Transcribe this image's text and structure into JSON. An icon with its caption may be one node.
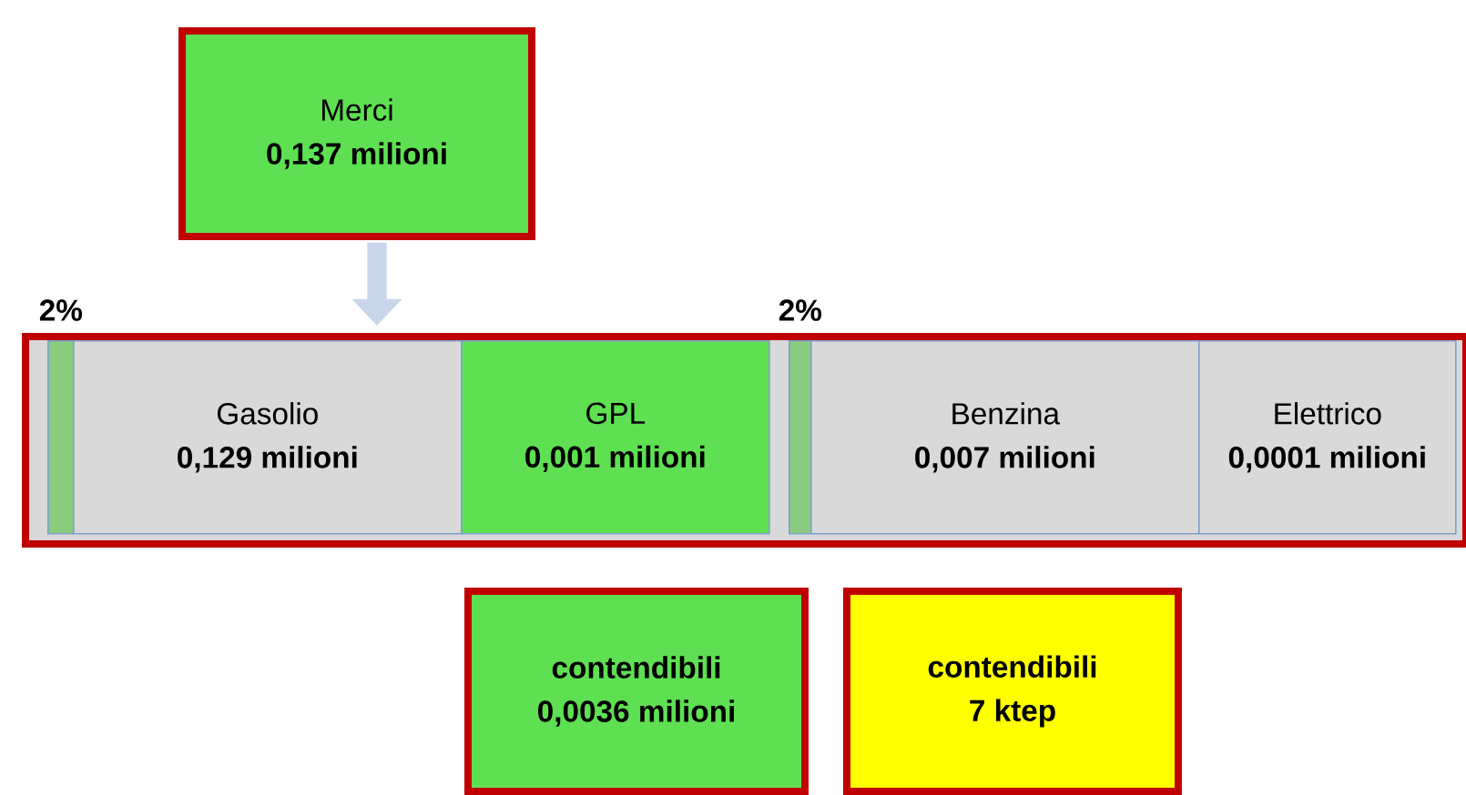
{
  "diagram": {
    "nodes": [
      {
        "text": [
          "Merci",
          "0,137 milioni"
        ]
      },
      {
        "text": [],
        "shape": "box"
      },
      {
        "text": [
          "2%"
        ],
        "in": 1
      },
      {
        "text": [
          "Gasolio",
          "0,129 milioni"
        ],
        "in": 1
      },
      {
        "text": [
          "GPL",
          "0,001 milioni"
        ],
        "in": 1
      },
      {
        "text": [
          "2%"
        ],
        "in": 1
      },
      {
        "text": [
          "Benzina",
          "0,007 milioni"
        ],
        "in": 1
      },
      {
        "text": [
          "Elettrico",
          "0,0001 milioni"
        ],
        "in": 1
      },
      {
        "text": [
          "contendibili",
          "0,0036 milioni"
        ]
      },
      {
        "text": [
          "contendibili",
          "7 ktep"
        ]
      }
    ],
    "edges": [
      {
        "from": 0,
        "to": 1,
        "arrow": "to"
      }
    ]
  }
}
